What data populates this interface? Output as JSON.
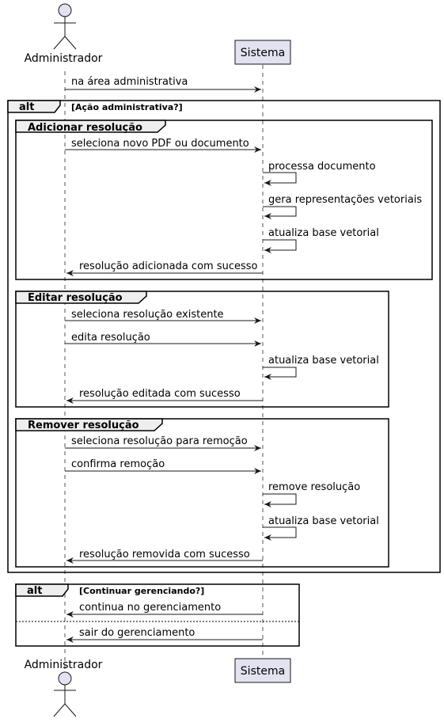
{
  "participants": {
    "actor": "Administrador",
    "system": "Sistema"
  },
  "messages": {
    "m1": "na área administrativa",
    "m2": "seleciona novo PDF ou documento",
    "m3": "processa documento",
    "m4": "gera representações vetoriais",
    "m5": "atualiza base vetorial",
    "m6": "resolução adicionada com sucesso",
    "m7": "seleciona resolução existente",
    "m8": "edita resolução",
    "m9": "atualiza base vetorial",
    "m10": "resolução editada com sucesso",
    "m11": "seleciona resolução para remoção",
    "m12": "confirma remoção",
    "m13": "remove resolução",
    "m14": "atualiza base vetorial",
    "m15": "resolução removida com sucesso",
    "m16": "continua no gerenciamento",
    "m17": "sair do gerenciamento"
  },
  "fragments": {
    "alt1": {
      "keyword": "alt",
      "condition": "[Ação administrativa?]"
    },
    "group_add": {
      "title": "Adicionar resolução"
    },
    "group_edit": {
      "title": "Editar resolução"
    },
    "group_remove": {
      "title": "Remover resolução"
    },
    "alt2": {
      "keyword": "alt",
      "condition": "[Continuar gerenciando?]"
    }
  },
  "colors": {
    "participant_fill": "#e2e2f0",
    "tab_fill": "#eeeeee",
    "line": "#181818"
  }
}
